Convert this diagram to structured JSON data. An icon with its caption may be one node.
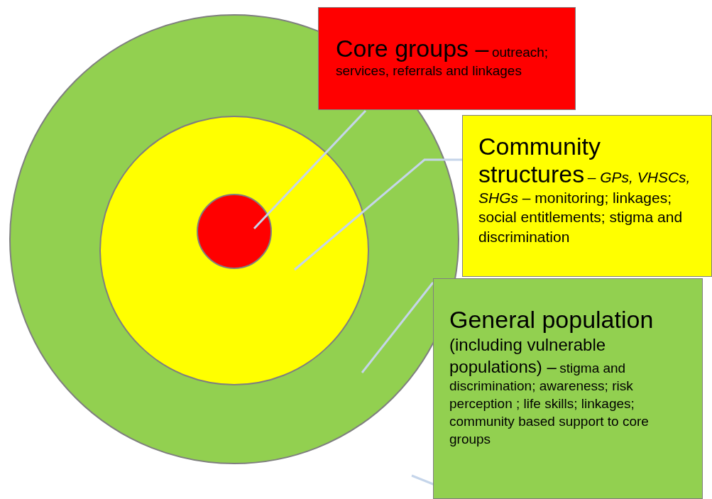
{
  "diagram": {
    "nodes": [
      {
        "text": [],
        "shape": "circle"
      },
      {
        "text": [],
        "shape": "circle",
        "in": 0
      },
      {
        "text": [],
        "shape": "circle",
        "in": 1
      },
      {
        "text": [
          "Core groups –",
          "outreach; services, referrals and linkages"
        ]
      },
      {
        "text": [
          "Community structures",
          "– *GPs, VHSCs, SHGs* – monitoring; linkages; social entitlements; stigma and discrimination"
        ]
      },
      {
        "text": [
          "General population",
          "(including vulnerable populations) –",
          "stigma and discrimination; awareness; risk perception ; life skills; linkages; community based support to core groups"
        ]
      }
    ],
    "edges": [
      {
        "from": 3,
        "to": 2,
        "arrow": "none"
      },
      {
        "from": 4,
        "to": 1,
        "arrow": "none"
      },
      {
        "from": 5,
        "to": 0,
        "arrow": "none"
      }
    ]
  }
}
